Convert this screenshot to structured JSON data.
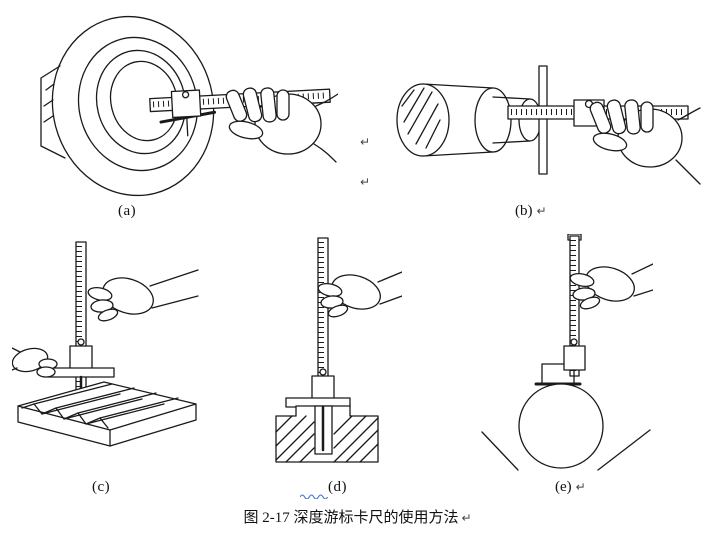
{
  "document": {
    "caption": "图 2-17  深度游标卡尺的使用方法",
    "labels": {
      "a": "(a)",
      "b": "(b)",
      "c": "(c)",
      "d": "(d)",
      "e": "(e)"
    },
    "paragraph_mark": "↵",
    "colors": {
      "ink": "#1a1a1a",
      "background": "#ffffff",
      "spellcheck_squiggle": "#3f6fd6"
    }
  }
}
